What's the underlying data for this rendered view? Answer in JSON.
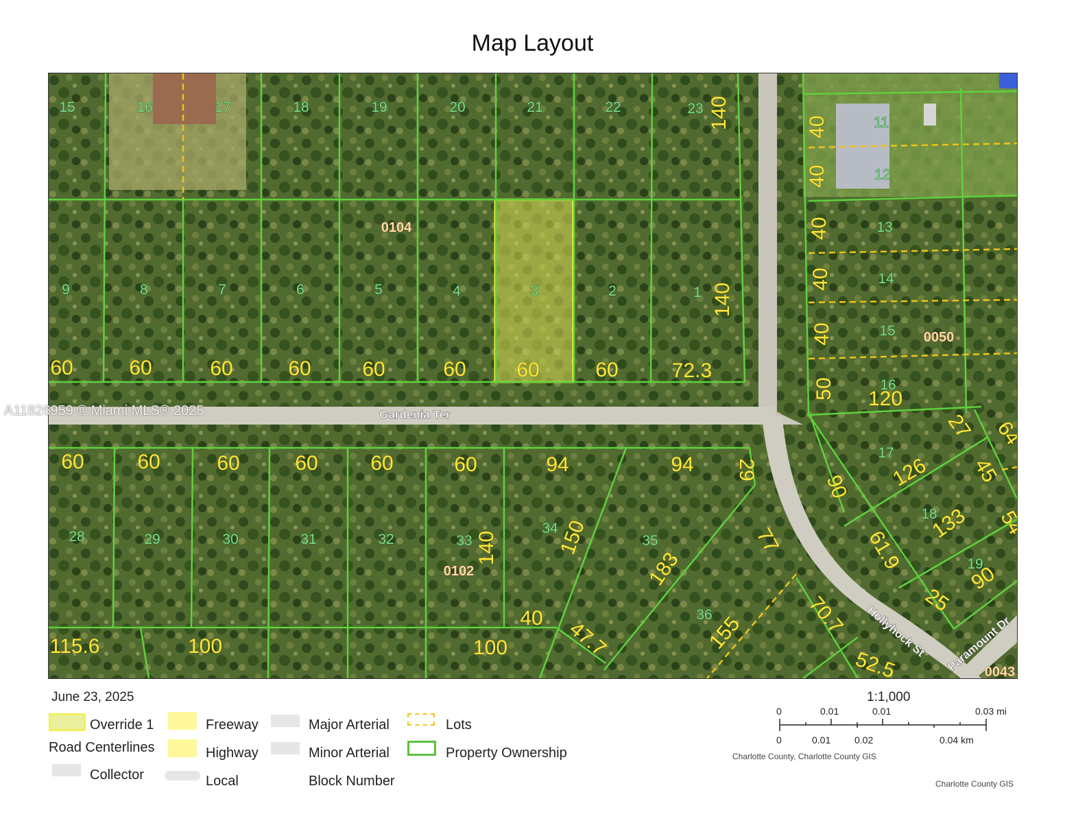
{
  "title": "Map Layout",
  "watermark": "A11826959 © Miami MLS® 2025",
  "date": "June 23, 2025",
  "map": {
    "streets": {
      "gardenia": "Gardenia Ter",
      "hollyhock": "Hollyhock St",
      "paramount": "Paramount Dr"
    },
    "blocks": [
      "0104",
      "0102",
      "0050",
      "0043"
    ],
    "north_top_lots": [
      "15",
      "16",
      "17",
      "18",
      "19",
      "20",
      "21",
      "22",
      "23"
    ],
    "north_lots": [
      "9",
      "8",
      "7",
      "6",
      "5",
      "4",
      "3",
      "2",
      "1"
    ],
    "north_frontages": [
      "60",
      "60",
      "60",
      "60",
      "60",
      "60",
      "60",
      "60",
      "72.3"
    ],
    "north_depths": [
      "140",
      "140"
    ],
    "south_frontages": [
      "60",
      "60",
      "60",
      "60",
      "60",
      "60",
      "94",
      "94",
      "29"
    ],
    "south_lots": [
      "28",
      "29",
      "30",
      "31",
      "32",
      "33",
      "34",
      "35",
      "36"
    ],
    "south_misc_dims": [
      "140",
      "150",
      "183",
      "77",
      "155",
      "70.7",
      "40",
      "47.7",
      "100",
      "100",
      "115.6",
      "52.5"
    ],
    "east_lots": [
      "11",
      "12",
      "13",
      "14",
      "15",
      "16",
      "17",
      "18",
      "19"
    ],
    "east_dims": [
      "40",
      "40",
      "40",
      "40",
      "40",
      "50",
      "120",
      "27",
      "64",
      "126",
      "45",
      "90",
      "133",
      "54",
      "61.9",
      "90",
      "25"
    ],
    "selected_lot": "3",
    "colors": {
      "selected": "#ffff33",
      "ownership": "#5fd13d",
      "lots": "#f0c419"
    }
  },
  "legend": {
    "override": "Override 1",
    "road_centerlines": "Road Centerlines",
    "collector": "Collector",
    "freeway": "Freeway",
    "highway": "Highway",
    "local": "Local",
    "major_arterial": "Major Arterial",
    "minor_arterial": "Minor Arterial",
    "block_number": "Block Number",
    "lots": "Lots",
    "property_ownership": "Property Ownership"
  },
  "scale": {
    "ratio": "1:1,000",
    "mi_ticks": [
      "0",
      "0.01",
      "0.01",
      "0.03 mi"
    ],
    "km_ticks": [
      "0",
      "0.01",
      "0.02",
      "0.04 km"
    ],
    "credit_1": "Charlotte County, Charlotte County GIS",
    "credit_2": "Charlotte County GIS"
  }
}
